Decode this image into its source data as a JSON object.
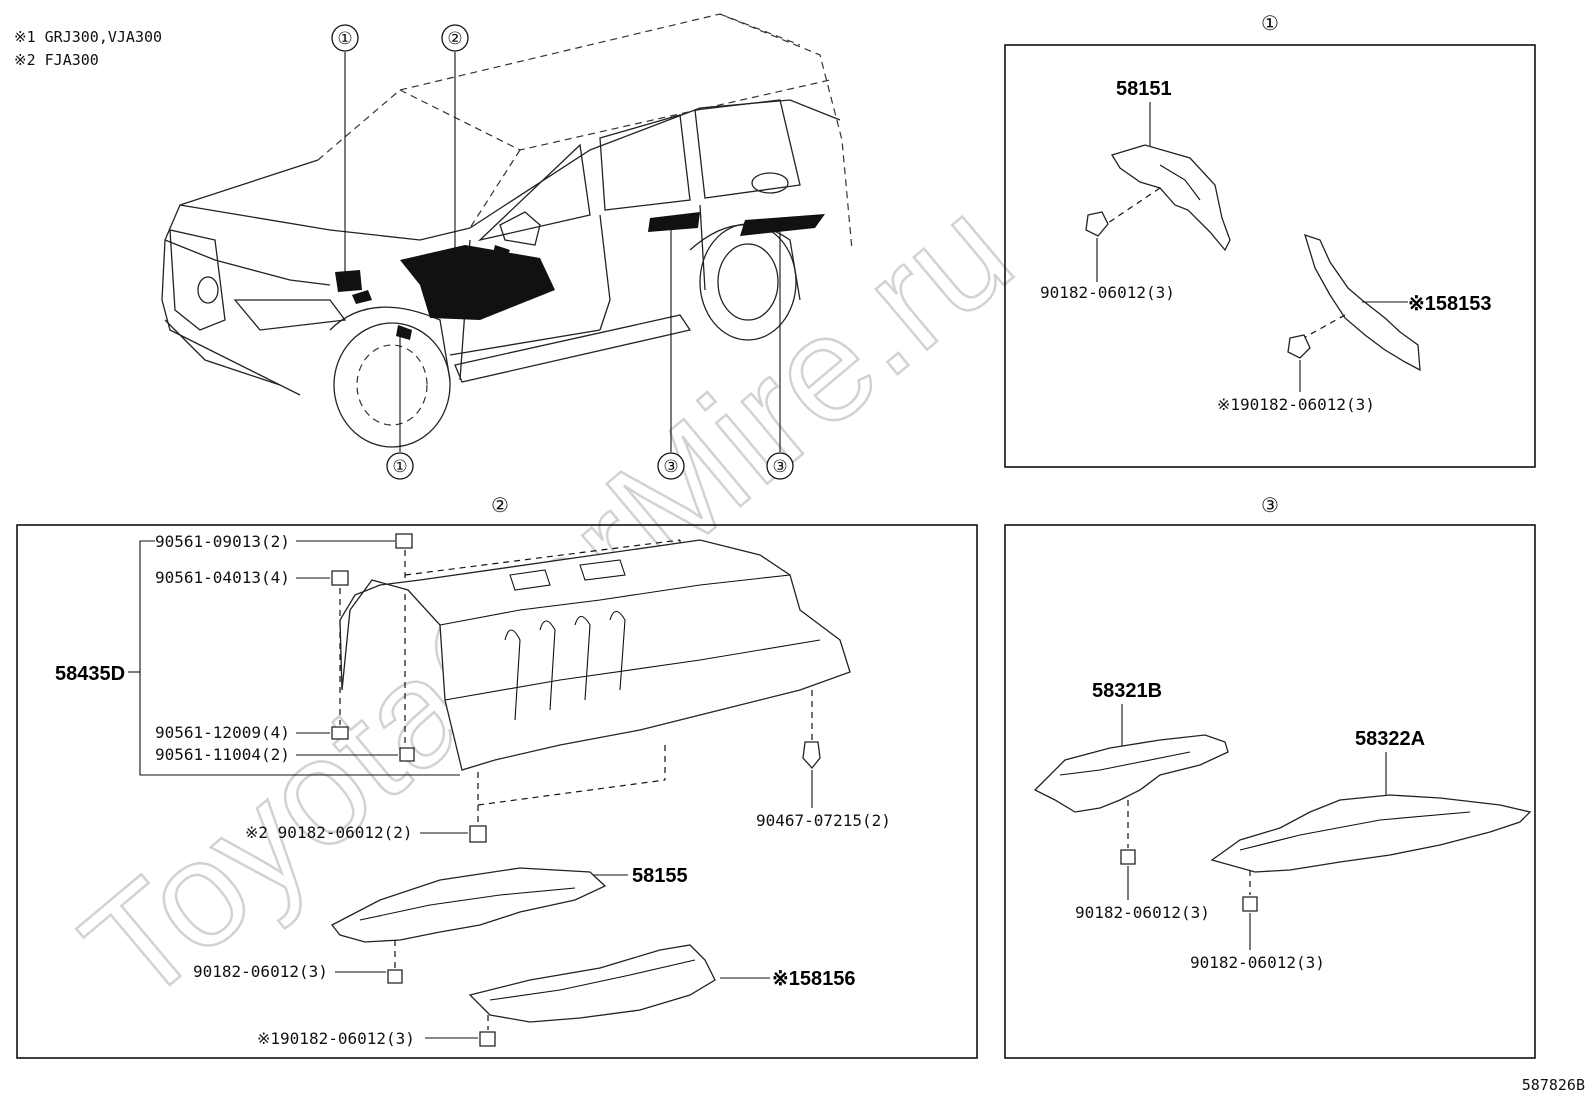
{
  "notes": [
    "※1 GRJ300,VJA300",
    "※2 FJA300"
  ],
  "callouts": {
    "one": "①",
    "two": "②",
    "three": "③"
  },
  "panel1": {
    "title": "①",
    "labels": {
      "p58151": "58151",
      "fastener_a": "90182-06012(3)",
      "p58153": "※158153",
      "fastener_b": "※190182-06012(3)"
    }
  },
  "panel2": {
    "title": "②",
    "labels": {
      "clip_top": "90561-09013(2)",
      "clip_2": "90561-04013(4)",
      "assembly": "58435D",
      "clip_3": "90561-12009(4)",
      "clip_4": "90561-11004(2)",
      "clip_5": "※2 90182-06012(2)",
      "stud": "90467-07215(2)",
      "p58155": "58155",
      "nut_a": "90182-06012(3)",
      "p58156": "※158156",
      "nut_b": "※190182-06012(3)"
    }
  },
  "panel3": {
    "title": "③",
    "labels": {
      "p58321B": "58321B",
      "p58322A": "58322A",
      "nut_a": "90182-06012(3)",
      "nut_b": "90182-06012(3)"
    }
  },
  "watermark": "ToyotaCarMire.ru",
  "figure_id": "587826B"
}
